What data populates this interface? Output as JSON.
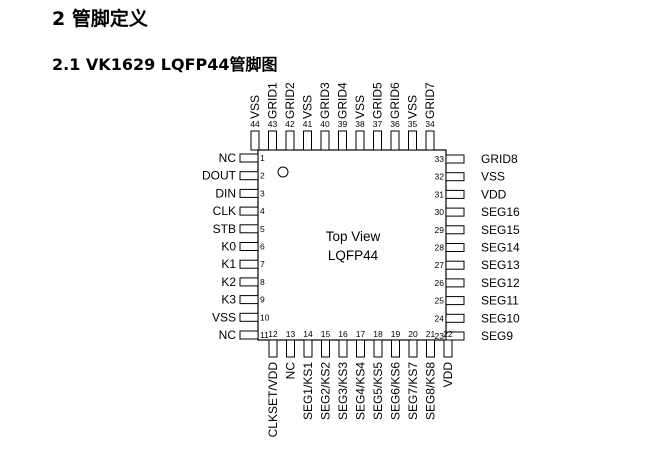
{
  "section_title": "2   管脚定义",
  "subsection_title": "2.1   VK1629  LQFP44管脚图",
  "package": {
    "center_line1": "Top View",
    "center_line2": "LQFP44",
    "left_pins": [
      {
        "num": "1",
        "name": "NC"
      },
      {
        "num": "2",
        "name": "DOUT"
      },
      {
        "num": "3",
        "name": "DIN"
      },
      {
        "num": "4",
        "name": "CLK"
      },
      {
        "num": "5",
        "name": "STB"
      },
      {
        "num": "6",
        "name": "K0"
      },
      {
        "num": "7",
        "name": "K1"
      },
      {
        "num": "8",
        "name": "K2"
      },
      {
        "num": "9",
        "name": "K3"
      },
      {
        "num": "10",
        "name": "VSS"
      },
      {
        "num": "11",
        "name": "NC"
      }
    ],
    "bottom_pins": [
      {
        "num": "12",
        "name": "CLKSET/VDD"
      },
      {
        "num": "13",
        "name": "NC"
      },
      {
        "num": "14",
        "name": "SEG1/KS1"
      },
      {
        "num": "15",
        "name": "SEG2/KS2"
      },
      {
        "num": "16",
        "name": "SEG3/KS3"
      },
      {
        "num": "17",
        "name": "SEG4/KS4"
      },
      {
        "num": "18",
        "name": "SEG5/KS5"
      },
      {
        "num": "19",
        "name": "SEG6/KS6"
      },
      {
        "num": "20",
        "name": "SEG7/KS7"
      },
      {
        "num": "21",
        "name": "SEG8/KS8"
      },
      {
        "num": "22",
        "name": "VDD"
      }
    ],
    "right_pins": [
      {
        "num": "23",
        "name": "SEG9"
      },
      {
        "num": "24",
        "name": "SEG10"
      },
      {
        "num": "25",
        "name": "SEG11"
      },
      {
        "num": "26",
        "name": "SEG12"
      },
      {
        "num": "27",
        "name": "SEG13"
      },
      {
        "num": "28",
        "name": "SEG14"
      },
      {
        "num": "29",
        "name": "SEG15"
      },
      {
        "num": "30",
        "name": "SEG16"
      },
      {
        "num": "31",
        "name": "VDD"
      },
      {
        "num": "32",
        "name": "VSS"
      },
      {
        "num": "33",
        "name": "GRID8"
      }
    ],
    "top_pins": [
      {
        "num": "34",
        "name": "GRID7"
      },
      {
        "num": "35",
        "name": "VSS"
      },
      {
        "num": "36",
        "name": "GRID6"
      },
      {
        "num": "37",
        "name": "GRID5"
      },
      {
        "num": "38",
        "name": "VSS"
      },
      {
        "num": "39",
        "name": "GRID4"
      },
      {
        "num": "40",
        "name": "GRID3"
      },
      {
        "num": "41",
        "name": "VSS"
      },
      {
        "num": "42",
        "name": "GRID2"
      },
      {
        "num": "43",
        "name": "GRID1"
      },
      {
        "num": "44",
        "name": "VSS"
      }
    ]
  }
}
